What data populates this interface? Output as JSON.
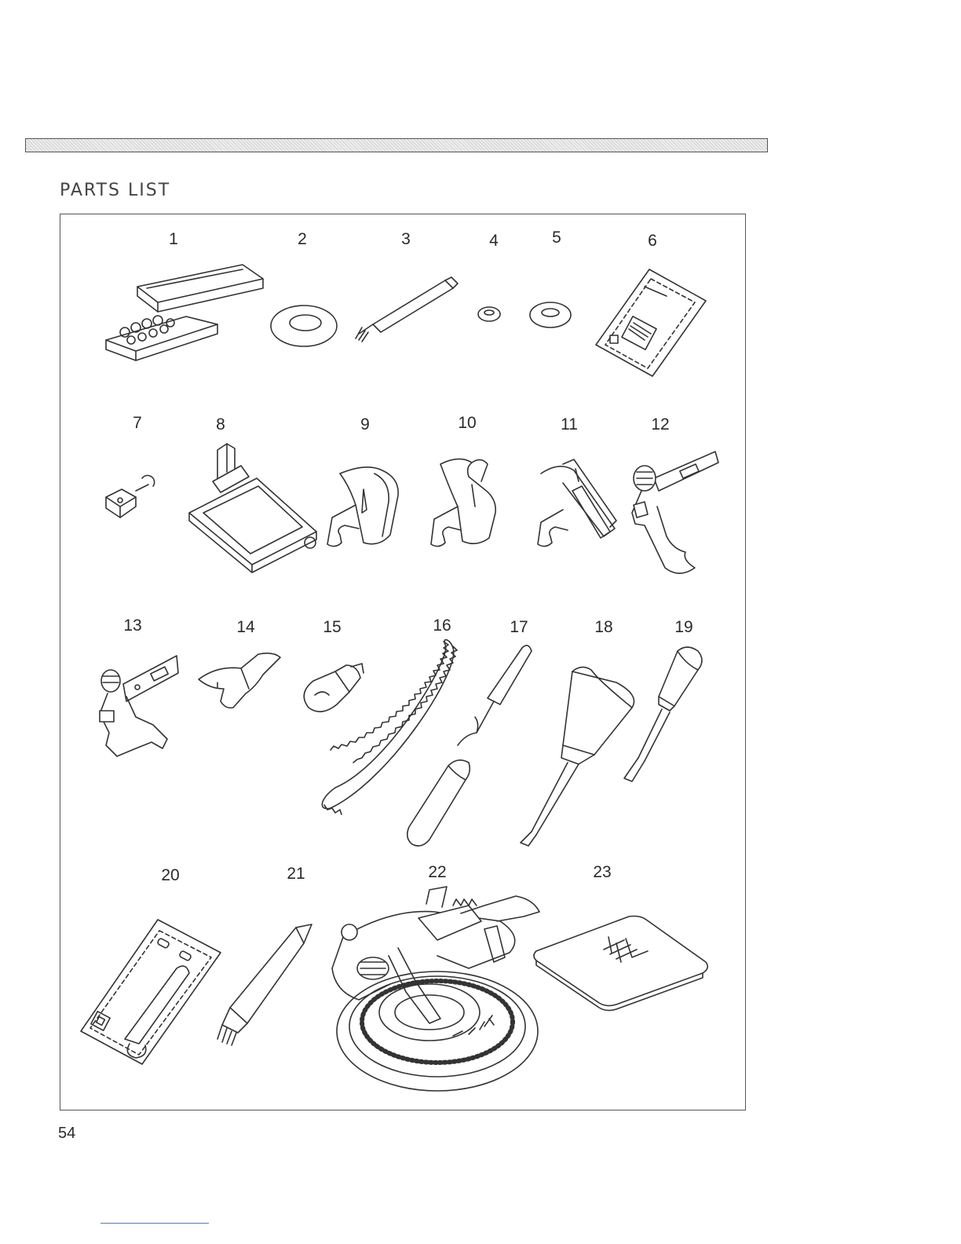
{
  "page": {
    "title": "PARTS LIST",
    "page_number": "54"
  },
  "parts": [
    {
      "number": "1",
      "icon": "presser-feet-box-icon"
    },
    {
      "number": "2",
      "icon": "spool-cap-large-icon"
    },
    {
      "number": "3",
      "icon": "spool-pin-icon"
    },
    {
      "number": "4",
      "icon": "felt-washer-small-icon"
    },
    {
      "number": "5",
      "icon": "felt-washer-large-icon"
    },
    {
      "number": "6",
      "icon": "needle-pack-icon"
    },
    {
      "number": "7",
      "icon": "seam-guide-icon"
    },
    {
      "number": "8",
      "icon": "buttonhole-foot-icon"
    },
    {
      "number": "9",
      "icon": "hemmer-foot-icon"
    },
    {
      "number": "10",
      "icon": "cording-foot-icon"
    },
    {
      "number": "11",
      "icon": "zipper-foot-icon"
    },
    {
      "number": "12",
      "icon": "walking-foot-icon"
    },
    {
      "number": "13",
      "icon": "button-sewing-foot-icon"
    },
    {
      "number": "14",
      "icon": "edge-guide-icon"
    },
    {
      "number": "15",
      "icon": "light-bulb-icon"
    },
    {
      "number": "16",
      "icon": "drive-belt-icon"
    },
    {
      "number": "17",
      "icon": "seam-ripper-icon"
    },
    {
      "number": "18",
      "icon": "large-screwdriver-icon"
    },
    {
      "number": "19",
      "icon": "small-screwdriver-icon"
    },
    {
      "number": "20",
      "icon": "twin-needle-pack-icon"
    },
    {
      "number": "21",
      "icon": "lint-brush-icon"
    },
    {
      "number": "22",
      "icon": "circular-sewing-attachment-icon"
    },
    {
      "number": "23",
      "icon": "straight-stitch-plate-icon"
    }
  ]
}
